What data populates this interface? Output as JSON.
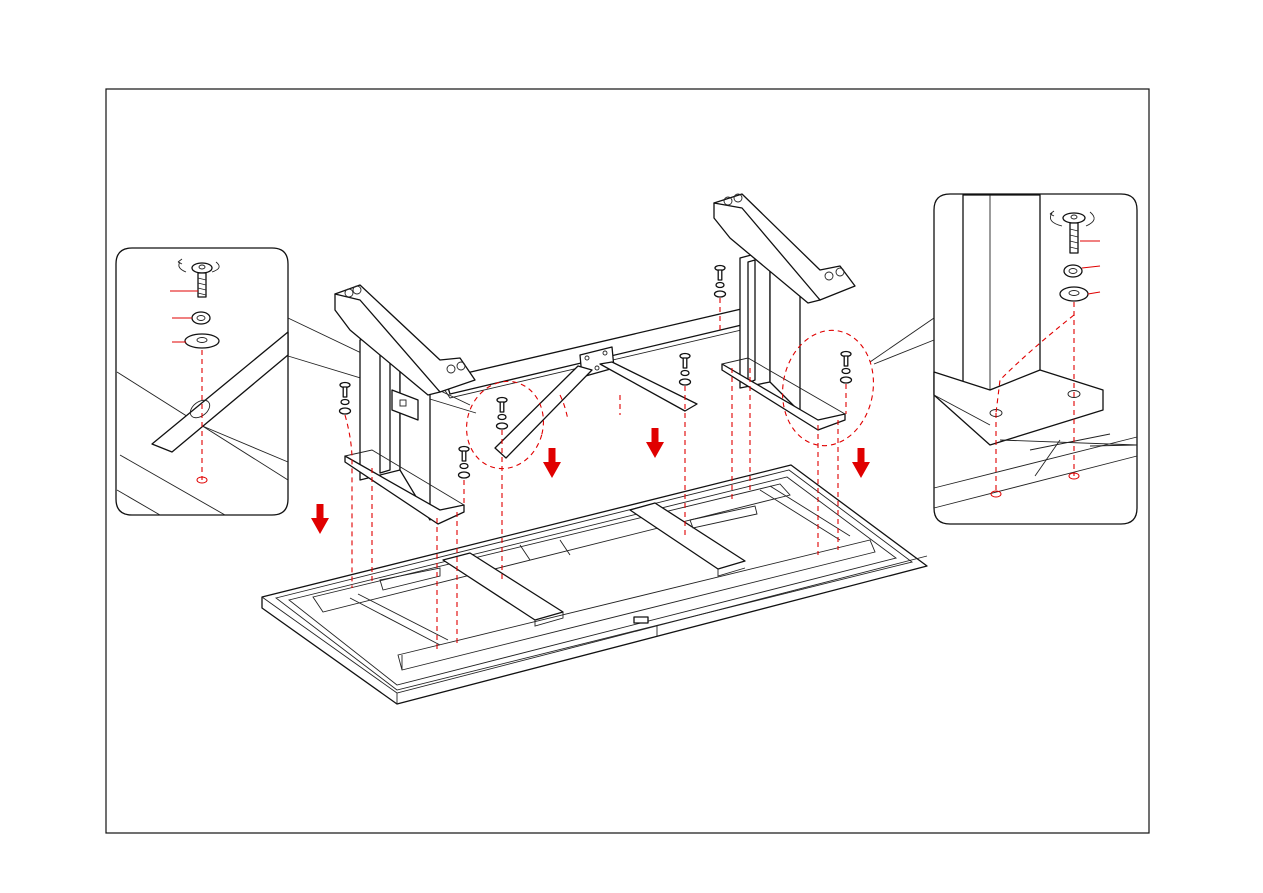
{
  "diagram": {
    "colors": {
      "line": "#111111",
      "accent": "#e00000",
      "background": "#ffffff"
    },
    "arrows": {
      "count": 4,
      "direction": "down",
      "color": "#e00000"
    },
    "hardware": {
      "bolt_count": 6,
      "detail_callouts": 2
    }
  }
}
